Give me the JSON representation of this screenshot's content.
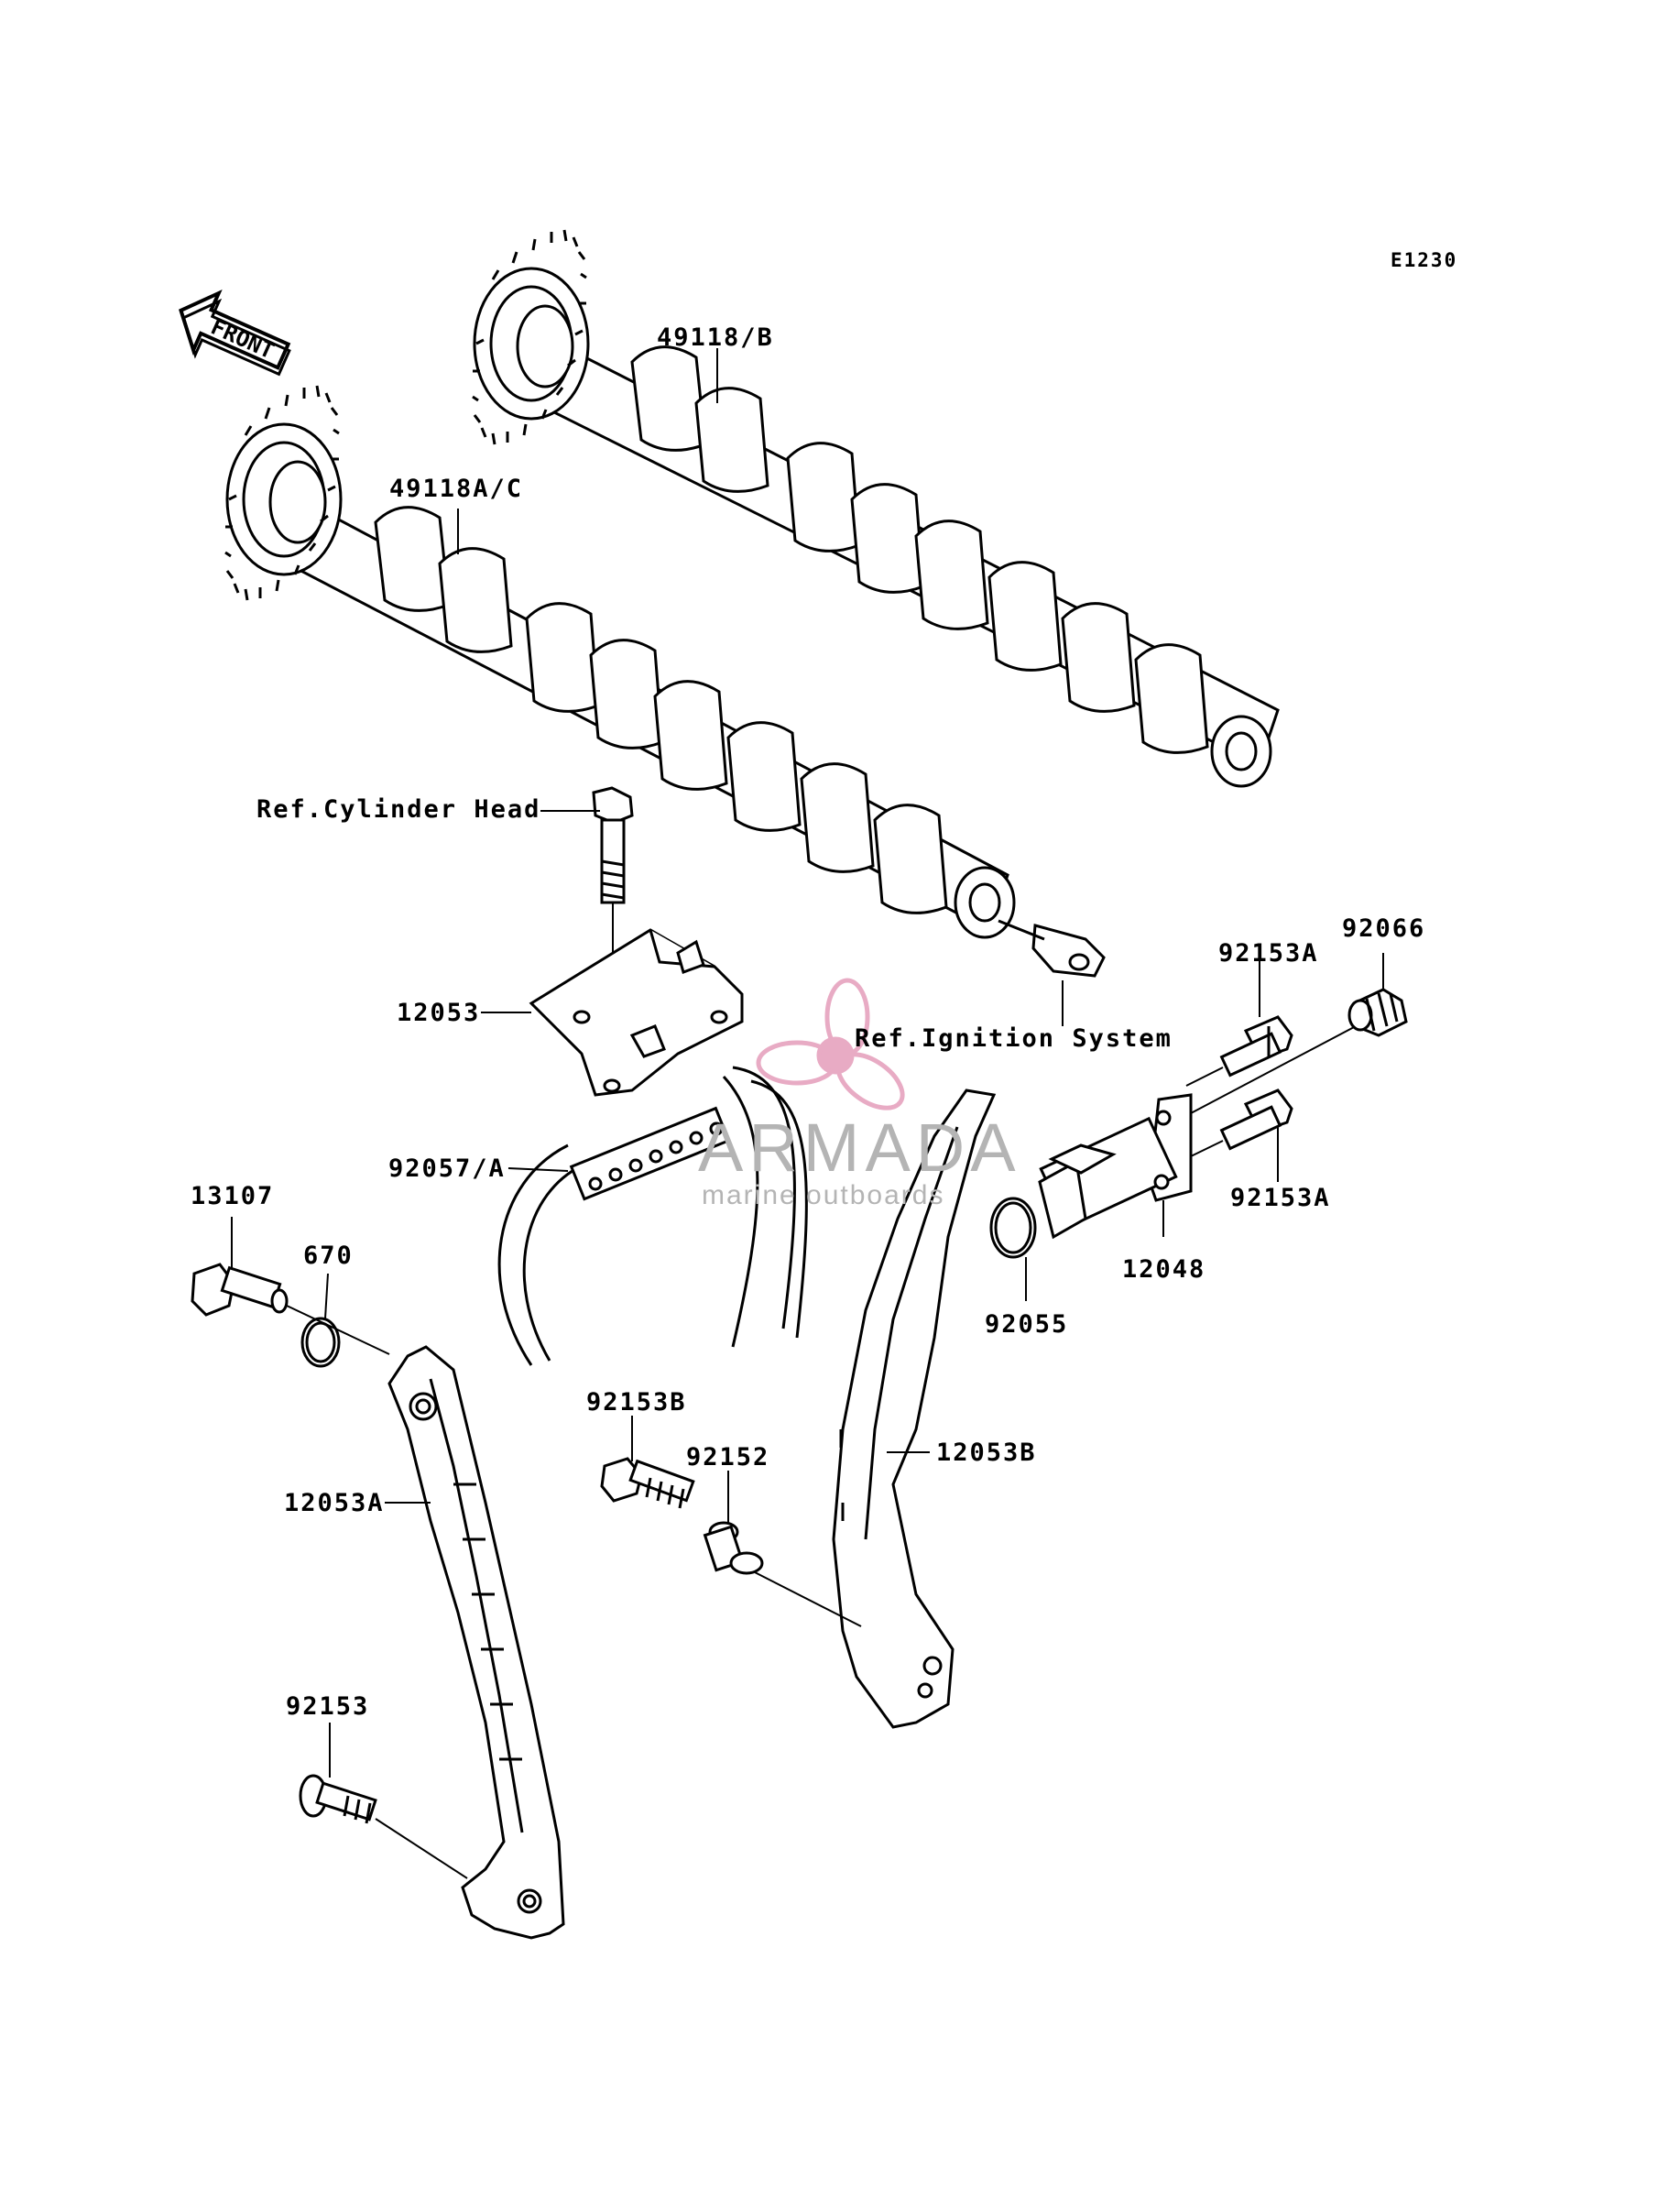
{
  "diagram": {
    "id": "E1230",
    "front_label": "FRONT",
    "watermark": {
      "name": "ARMADA",
      "tagline": "marine outboards",
      "accent_color": "#e6a2be"
    },
    "part_labels": {
      "camshaft_exhaust": "49118/B",
      "camshaft_intake": "49118A/C",
      "ref_cylinder_head": "Ref.Cylinder Head",
      "chain_guide_upper": "12053",
      "ref_ignition_system": "Ref.Ignition System",
      "bolt_tensioner_top": "92153A",
      "cap_bolt": "92066",
      "timing_chain": "92057/A",
      "bolt_tensioner_bottom": "92153A",
      "bolt_pivot": "13107",
      "o_ring_small": "670",
      "tensioner": "12048",
      "o_ring_tensioner": "92055",
      "bolt_guide_b": "92153B",
      "collar": "92152",
      "chain_guide_rear": "12053B",
      "chain_guide_front": "12053A",
      "bolt_guide_bottom": "92153"
    }
  }
}
